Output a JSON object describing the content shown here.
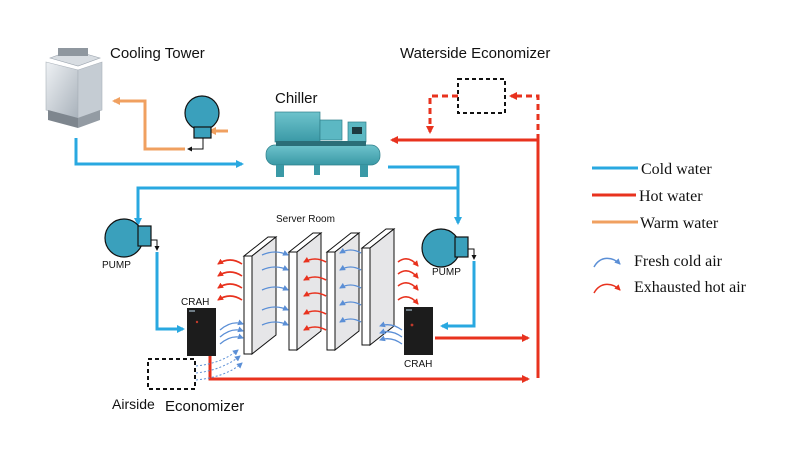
{
  "labels": {
    "cooling_tower": "Cooling Tower",
    "chiller": "Chiller",
    "waterside_economizer": "Waterside Economizer",
    "server_room": "Server Room",
    "pump_left": "PUMP",
    "pump_right": "PUMP",
    "crah_left": "CRAH",
    "crah_right": "CRAH",
    "airside": "Airside",
    "economizer": "Economizer"
  },
  "legend": {
    "lines": [
      {
        "label": "Cold water",
        "color": "#29a8e0"
      },
      {
        "label": "Hot water",
        "color": "#e8321e"
      },
      {
        "label": "Warm water",
        "color": "#f0a060"
      }
    ],
    "arrows": [
      {
        "label": "Fresh cold air",
        "color": "#5b8fd6"
      },
      {
        "label": "Exhausted hot air",
        "color": "#e8321e"
      }
    ]
  },
  "colors": {
    "cold": "#29a8e0",
    "hot": "#e8321e",
    "warm": "#f0a060",
    "pump": "#3aa0bc",
    "chiller": "#4fb3bf",
    "crah": "#1c1c1c",
    "cold_air": "#5b8fd6"
  }
}
